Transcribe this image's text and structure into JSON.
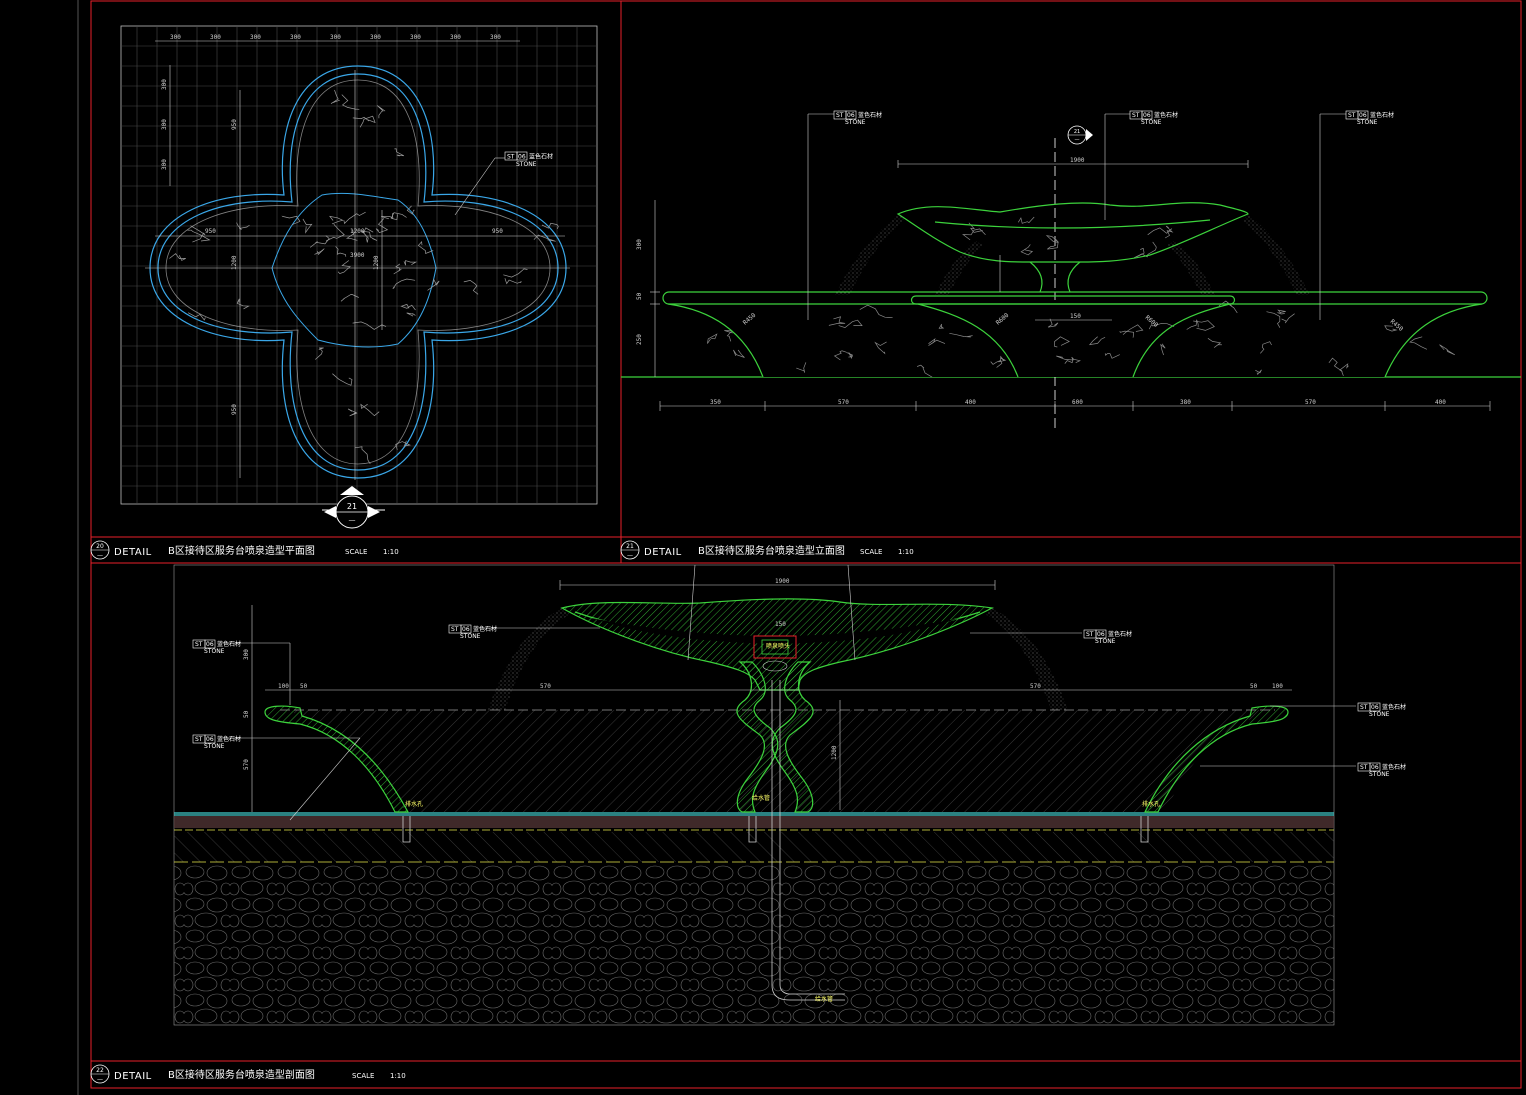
{
  "plan": {
    "top_dims": [
      "300",
      "300",
      "300",
      "300",
      "300",
      "300",
      "300",
      "300",
      "300"
    ],
    "left_dims": [
      "300",
      "300",
      "300"
    ],
    "center_width": "1200",
    "total_width": "3900",
    "side_width_left": "950",
    "side_width_right": "950",
    "vert_top": "950",
    "vert_bottom": "950",
    "vert_mid": "1200",
    "vert_mid2": "1200",
    "tag_code": "ST",
    "tag_num": "06",
    "tag_material": "蓝色石材",
    "tag_sub": "STONE",
    "section_marker_num": "21",
    "section_marker_sheet": "—"
  },
  "elevation": {
    "top_dim": "1900",
    "marker_num": "21",
    "marker_sheet": "—",
    "left_dims": [
      "300",
      "50",
      "250"
    ],
    "inner_dim": "150",
    "bottom_dims": [
      "350",
      "570",
      "400",
      "600",
      "380",
      "570",
      "400"
    ],
    "radius_labels": [
      "R450",
      "R600",
      "R600",
      "R450"
    ],
    "tags": [
      {
        "code": "ST",
        "num": "06",
        "material": "蓝色石材",
        "sub": "STONE"
      },
      {
        "code": "ST",
        "num": "06",
        "material": "蓝色石材",
        "sub": "STONE"
      },
      {
        "code": "ST",
        "num": "06",
        "material": "蓝色石材",
        "sub": "STONE"
      }
    ]
  },
  "section": {
    "top_dim": "1900",
    "left_dims": [
      "300",
      "50",
      "570"
    ],
    "ring_dims_left": [
      "100",
      "50",
      "570"
    ],
    "ring_dims_right": [
      "570",
      "50",
      "100"
    ],
    "center_dims": [
      "1200",
      "150"
    ],
    "tags_left": [
      {
        "code": "ST",
        "num": "06",
        "material": "蓝色石材",
        "sub": "STONE"
      },
      {
        "code": "ST",
        "num": "06",
        "material": "蓝色石材",
        "sub": "STONE"
      },
      {
        "code": "ST",
        "num": "06",
        "material": "蓝色石材",
        "sub": "STONE"
      }
    ],
    "tags_right": [
      {
        "code": "ST",
        "num": "06",
        "material": "蓝色石材",
        "sub": "STONE"
      },
      {
        "code": "ST",
        "num": "06",
        "material": "蓝色石材",
        "sub": "STONE"
      },
      {
        "code": "ST",
        "num": "06",
        "material": "蓝色石材",
        "sub": "STONE"
      }
    ],
    "nozzle_label": "喷泉喷头",
    "drain_left": "排水孔",
    "drain_center": "给水管",
    "drain_right": "排水孔",
    "pipe_label": "给水管"
  },
  "titles": [
    {
      "num": "20",
      "sheet": "—",
      "en": "DETAIL",
      "cn": "B区接待区服务台喷泉造型平面图",
      "scale_label": "SCALE",
      "scale": "1:10"
    },
    {
      "num": "21",
      "sheet": "—",
      "en": "DETAIL",
      "cn": "B区接待区服务台喷泉造型立面图",
      "scale_label": "SCALE",
      "scale": "1:10"
    },
    {
      "num": "22",
      "sheet": "—",
      "en": "DETAIL",
      "cn": "B区接待区服务台喷泉造型剖面图",
      "scale_label": "SCALE",
      "scale": "1:10"
    }
  ],
  "colors": {
    "frame": "#e8202a",
    "outline_blue": "#3aa7e8",
    "outline_green": "#3cd23c",
    "hatch": "#8a8a8a",
    "ground_yellow": "#e8e84a",
    "ground_cyan": "#48d8d8"
  }
}
